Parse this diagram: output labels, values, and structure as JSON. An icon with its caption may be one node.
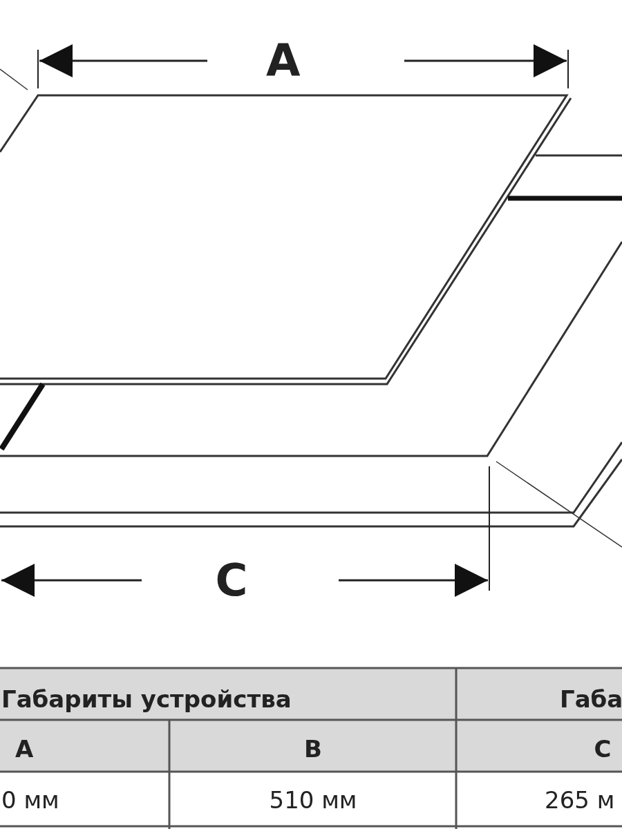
{
  "diagram": {
    "labels": [
      "A",
      "C",
      "Габариты устройства",
      "Габа",
      "A",
      "B",
      "C",
      "0 мм",
      "510 мм",
      "265 м"
    ]
  }
}
